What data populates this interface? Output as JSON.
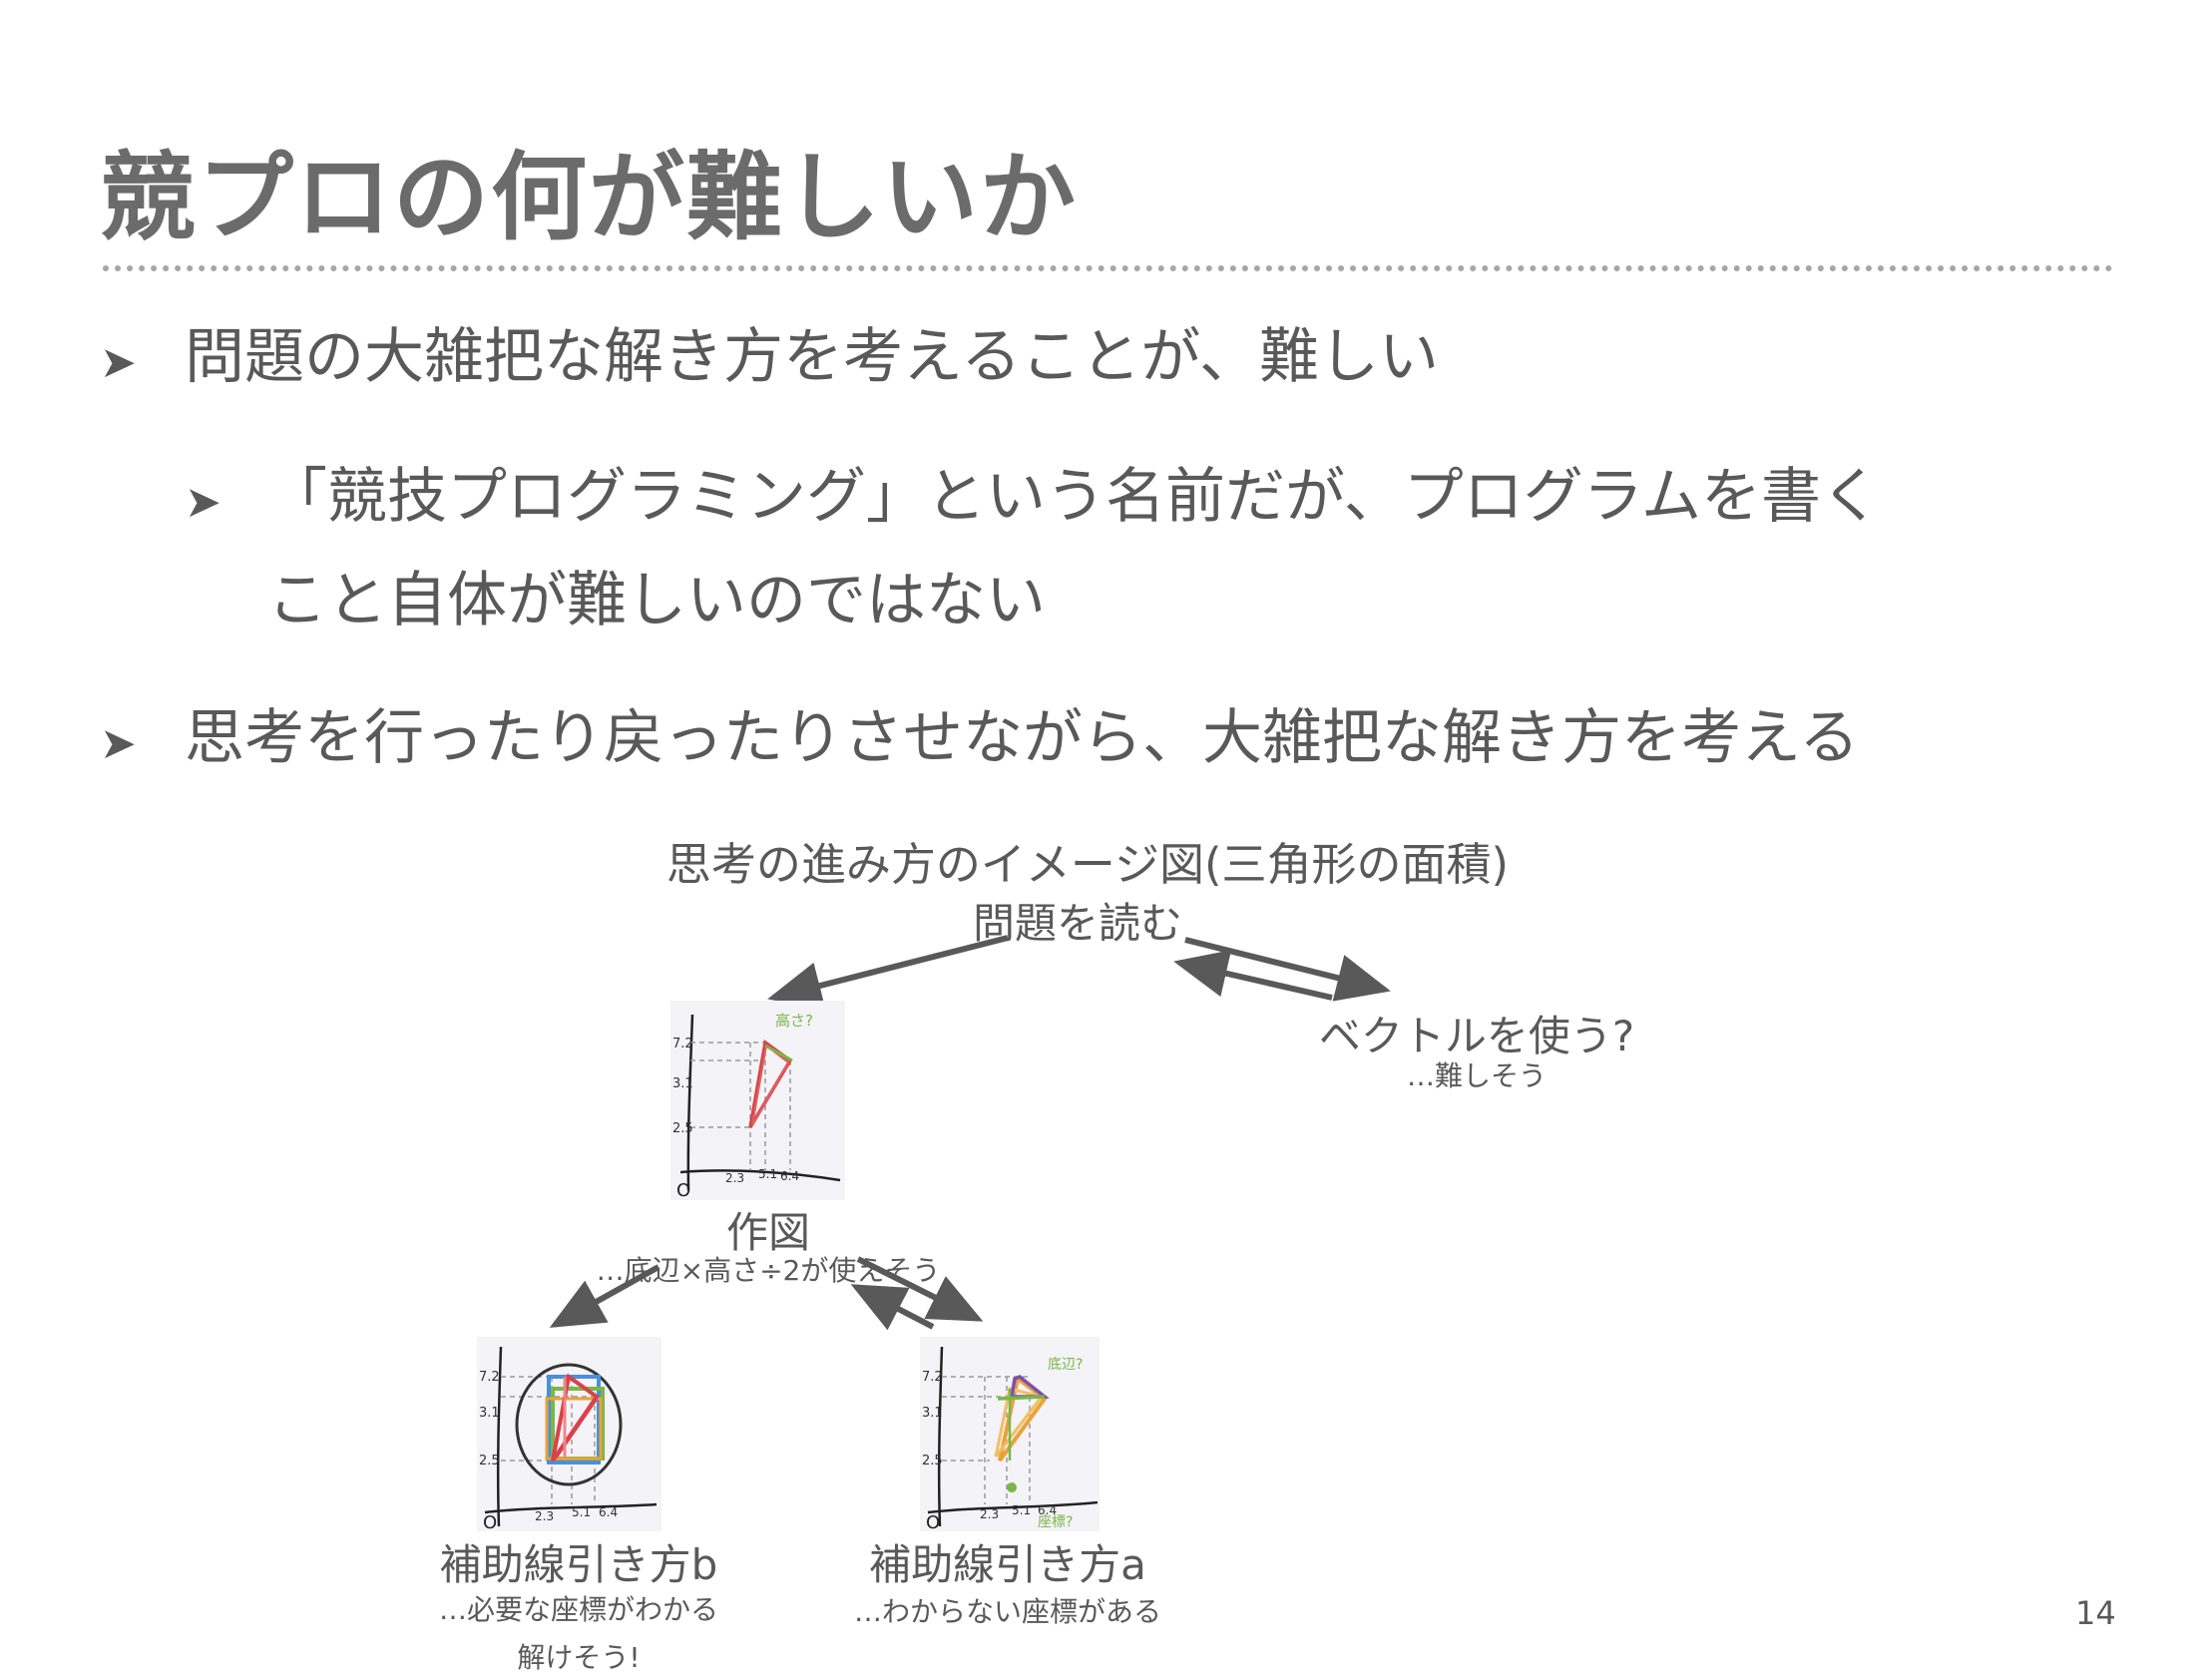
{
  "slide": {
    "title": "競プロの何が難しいか",
    "bullets": [
      "問題の大雑把な解き方を考えることが、難しい",
      "「競技プログラミング」という名前だが、プログラムを書く",
      "こと自体が難しいのではない",
      "思考を行ったり戻ったりさせながら、大雑把な解き方を考える"
    ],
    "page_number": "14"
  },
  "diagram": {
    "title": "思考の進み方のイメージ図(三角形の面積)",
    "root": "問題を読む",
    "vector_label": "ベクトルを使う?",
    "vector_note": "…難しそう",
    "construct_label": "作図",
    "construct_note": "…底辺×高さ÷2が使えそう",
    "aux_b_label": "補助線引き方b",
    "aux_b_note_1": "…必要な座標がわかる",
    "aux_b_note_2": "解けそう!",
    "aux_a_label": "補助線引き方a",
    "aux_a_note": "…わからない座標がある",
    "sketch": {
      "y_ticks": [
        "7.2",
        "3.1",
        "2.5"
      ],
      "x_ticks": [
        "2.3",
        "5.1",
        "6.4"
      ],
      "origin": "O",
      "height_note": "高さ?",
      "base_note": "底辺?",
      "coord_note": "座標?"
    }
  }
}
